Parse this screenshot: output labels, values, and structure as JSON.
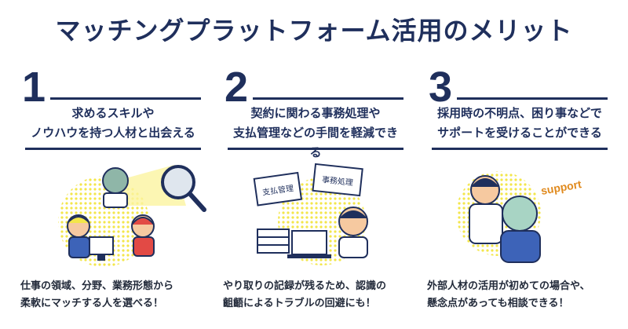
{
  "title": "マッチングプラットフォーム活用のメリット",
  "colors": {
    "navy": "#1f2f5c",
    "yellow": "#f3e64a",
    "orange": "#e08a1e"
  },
  "merits": [
    {
      "number": "1",
      "heading_line1": "求めるスキルや",
      "heading_line2": "ノウハウを持つ人材と出会える",
      "desc_line1": "仕事の領域、分野、業務形態から",
      "desc_line2": "柔軟にマッチする人を選べる！",
      "icon": "magnifier-icon"
    },
    {
      "number": "2",
      "heading_line1": "契約に関わる事務処理や",
      "heading_line2": "支払管理などの手間を軽減できる",
      "desc_line1": "やり取りの記録が残るため、認識の",
      "desc_line2": "齟齬によるトラブルの回避にも！",
      "card1": "支払管理",
      "card2": "事務処理"
    },
    {
      "number": "3",
      "heading_line1": "採用時の不明点、困り事などで",
      "heading_line2": "サポートを受けることができる",
      "desc_line1": "外部人材の活用が初めての場合や、",
      "desc_line2": "懸念点があっても相談できる！",
      "bubble": "support"
    }
  ]
}
